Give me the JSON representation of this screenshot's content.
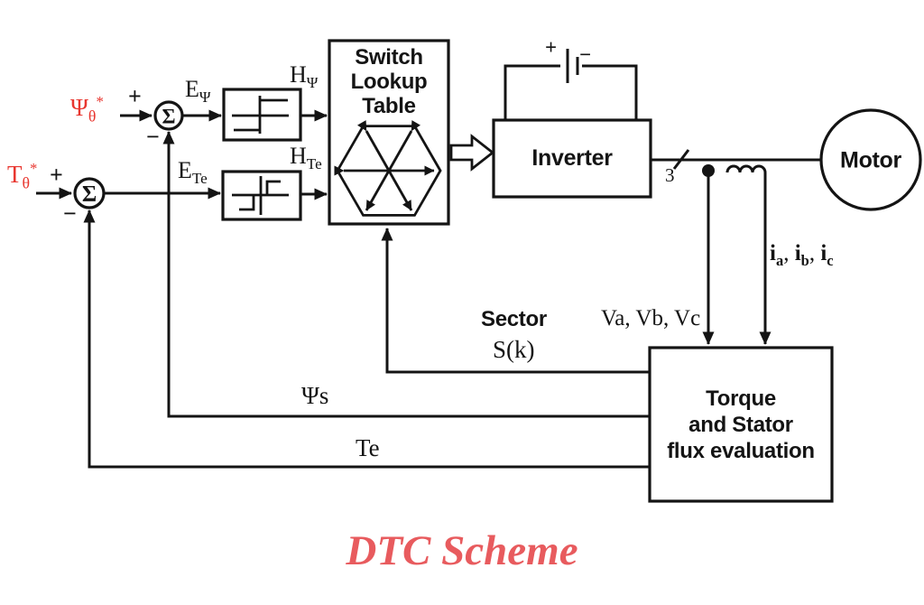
{
  "title": "DTC Scheme",
  "colors": {
    "ink": "#141414",
    "label_red": "#e8362f",
    "title_red": "#e85b5e",
    "bg": "#ffffff"
  },
  "signs": {
    "plus": "+",
    "minus": "−",
    "sigma": "Σ"
  },
  "references": {
    "flux": {
      "main": "Ψ",
      "sub": "θ",
      "sup": "*"
    },
    "torque": {
      "main": "T",
      "sub": "θ",
      "sup": "*"
    }
  },
  "signals": {
    "flux_error": {
      "main": "E",
      "sub": "Ψ"
    },
    "torque_error": {
      "main": "E",
      "sub": "Te"
    },
    "flux_band": {
      "main": "H",
      "sub": "Ψ"
    },
    "torque_band": {
      "main": "H",
      "sub": "Te"
    },
    "sector_title": "Sector",
    "sector_value": "S(k)",
    "stator_flux": "Ψs",
    "torque_feedback": "Te",
    "voltages": "Va, Vb, Vc",
    "currents": [
      {
        "m": "i",
        "s": "a"
      },
      {
        "m": "i",
        "s": "b"
      },
      {
        "m": "i",
        "s": "c"
      }
    ],
    "separator": ", ",
    "phase_count": "3"
  },
  "blocks": {
    "lookup": {
      "lines": [
        "Switch",
        "Lookup",
        "Table"
      ]
    },
    "inverter": {
      "label": "Inverter"
    },
    "motor": {
      "label": "Motor"
    },
    "evaluation": {
      "lines": [
        "Torque",
        "and Stator",
        "flux evaluation"
      ]
    },
    "battery": {
      "plus": "+",
      "minus": "−"
    }
  }
}
